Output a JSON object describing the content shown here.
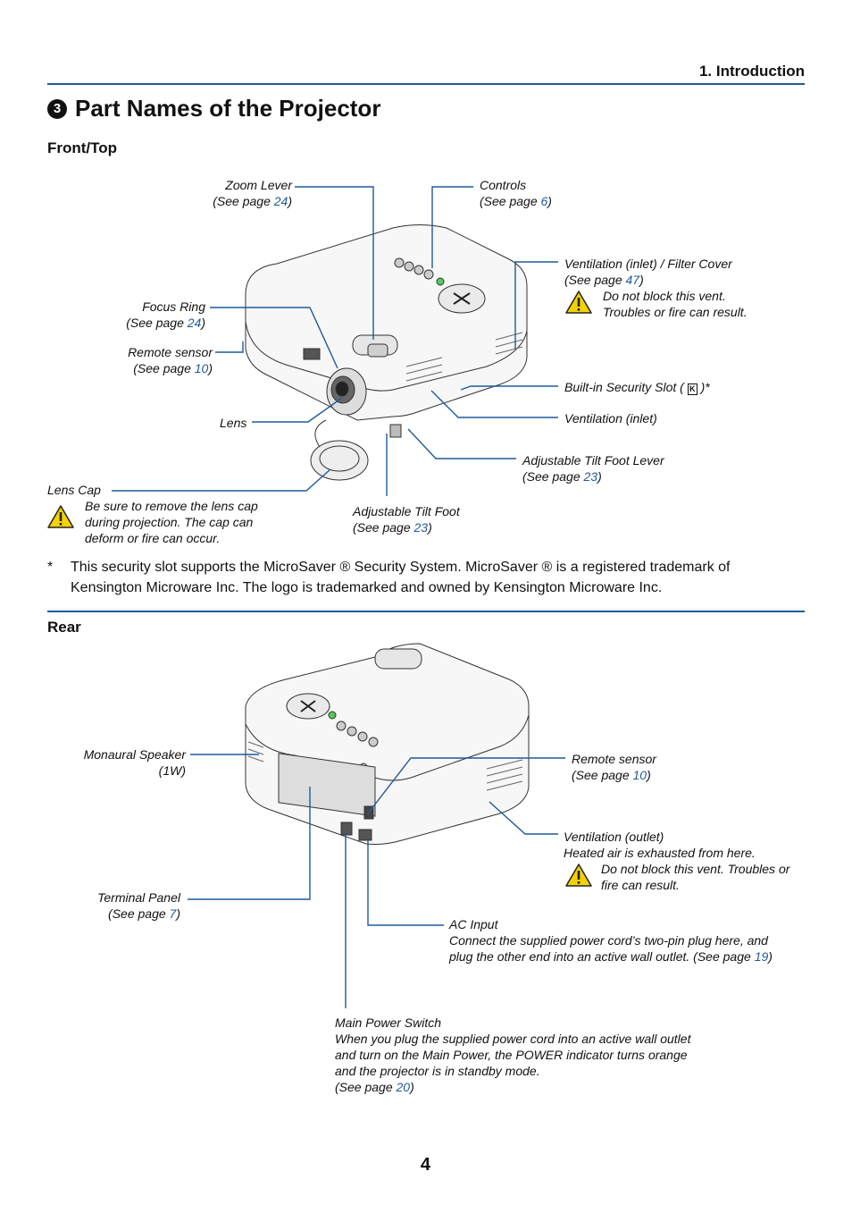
{
  "header": {
    "chapter": "1. Introduction"
  },
  "title": {
    "number": "3",
    "text": "Part Names of the Projector"
  },
  "sections": {
    "front": "Front/Top",
    "rear": "Rear"
  },
  "front_labels": {
    "zoom": {
      "l1": "Zoom Lever",
      "pre": "(See page ",
      "page": "24",
      "post": ")"
    },
    "controls": {
      "l1": "Controls",
      "pre": "(See page ",
      "page": "6",
      "post": ")"
    },
    "vent_filter": {
      "l1": "Ventilation (inlet) / Filter Cover",
      "pre": "(See page ",
      "page": "47",
      "post": ")",
      "w1": "Do not block this vent.",
      "w2": "Troubles or fire can result."
    },
    "focus": {
      "l1": "Focus Ring",
      "pre": "(See page ",
      "page": "24",
      "post": ")"
    },
    "remote": {
      "l1": "Remote sensor",
      "pre": "(See page ",
      "page": "10",
      "post": ")"
    },
    "security": {
      "pre": "Built-in Security Slot ( ",
      "post": " )*"
    },
    "lens": "Lens",
    "vent_inlet": "Ventilation (inlet)",
    "tilt_lever": {
      "l1": "Adjustable Tilt Foot Lever",
      "pre": "(See page ",
      "page": "23",
      "post": ")"
    },
    "lens_cap": {
      "l1": "Lens Cap",
      "w1": "Be sure to remove the lens cap",
      "w2": "during projection. The cap can",
      "w3": "deform or fire can occur."
    },
    "tilt_foot": {
      "l1": "Adjustable Tilt Foot",
      "pre": "(See page ",
      "page": "23",
      "post": ")"
    }
  },
  "footnote": {
    "star": "*",
    "line1": "This security slot supports the MicroSaver ® Security System. MicroSaver ® is a registered trademark of",
    "line2": "Kensington Microware Inc. The logo is trademarked and owned by Kensington Microware Inc."
  },
  "rear_labels": {
    "speaker": {
      "l1": "Monaural Speaker",
      "l2": "(1W)"
    },
    "remote": {
      "l1": "Remote sensor",
      "pre": "(See page ",
      "page": "10",
      "post": ")"
    },
    "vent_out": {
      "l1": "Ventilation (outlet)",
      "l2": "Heated air is exhausted from here.",
      "w1": "Do not block this vent. Troubles or",
      "w2": "fire can result."
    },
    "terminal": {
      "l1": "Terminal Panel",
      "pre": "(See page ",
      "page": "7",
      "post": ")"
    },
    "ac": {
      "l1": "AC Input",
      "l2": "Connect the supplied power cord’s two-pin plug here, and",
      "pre": "plug the other end into an active wall outlet. (See page ",
      "page": "19",
      "post": ")"
    },
    "main_power": {
      "l1": "Main Power Switch",
      "l2": "When you plug the supplied power cord into an active wall outlet",
      "l3": "and turn on the Main Power, the POWER indicator turns orange",
      "l4": "and the projector is in standby mode.",
      "pre": "(See page ",
      "page": "20",
      "post": ")"
    }
  },
  "page_number": "4",
  "colors": {
    "accent": "#1f5a99",
    "warning": "#f2d200"
  }
}
